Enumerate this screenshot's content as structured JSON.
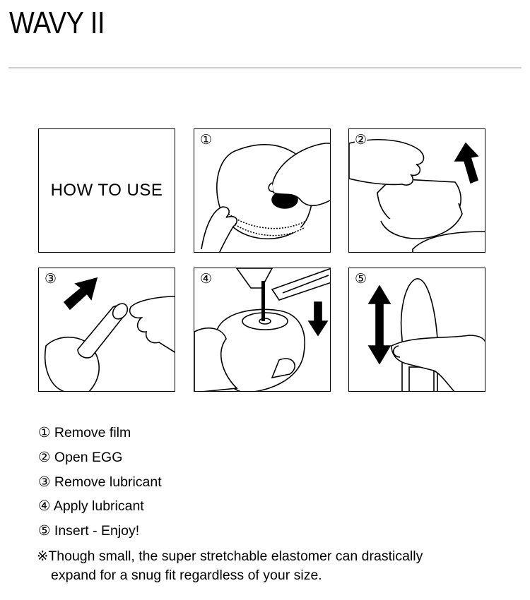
{
  "title": "WAVY II",
  "how_to_use": "HOW TO USE",
  "panels": [
    {
      "num": "①"
    },
    {
      "num": "②"
    },
    {
      "num": "③"
    },
    {
      "num": "④"
    },
    {
      "num": "⑤"
    }
  ],
  "steps": [
    "① Remove film",
    "② Open EGG",
    "③ Remove lubricant",
    "④ Apply lubricant",
    "⑤ Insert - Enjoy!"
  ],
  "note": {
    "line1": "※Though small, the super stretchable elastomer can drastically",
    "line2": "expand for a snug fit regardless of your size."
  }
}
